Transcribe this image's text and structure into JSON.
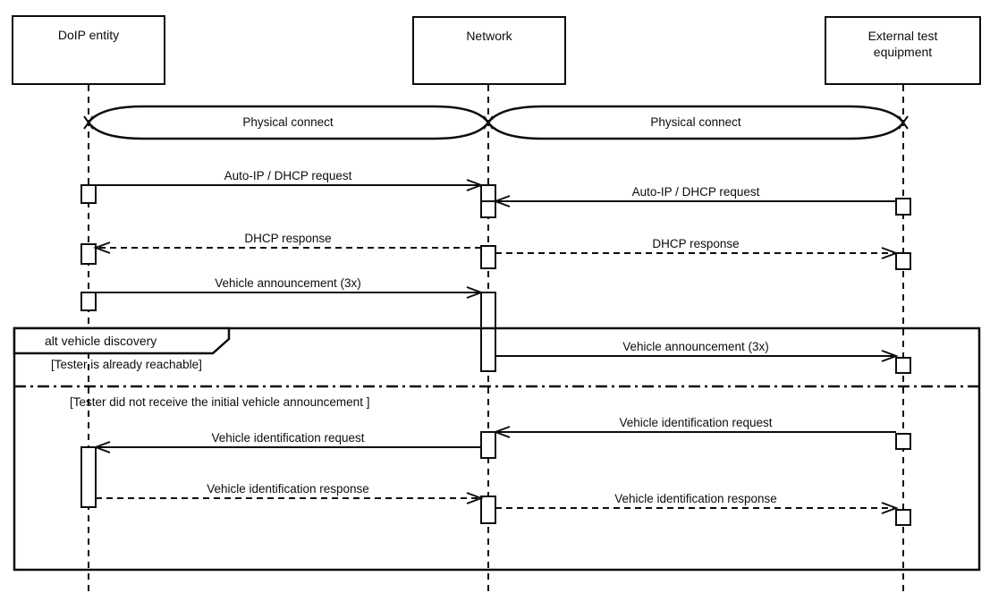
{
  "actors": [
    {
      "label": "DoIP entity"
    },
    {
      "label": "Network"
    },
    {
      "label": "External test equipment"
    }
  ],
  "connections": [
    {
      "label": "Physical connect",
      "between": "DoIP entity and Network"
    },
    {
      "label": "Physical connect",
      "between": "Network and External test equipment"
    }
  ],
  "messages": [
    {
      "label": "Auto-IP / DHCP request",
      "from": "DoIP entity",
      "to": "Network",
      "line": "solid"
    },
    {
      "label": "Auto-IP / DHCP request",
      "from": "External test equipment",
      "to": "Network",
      "line": "solid"
    },
    {
      "label": "DHCP response",
      "from": "Network",
      "to": "DoIP entity",
      "line": "dashed"
    },
    {
      "label": "DHCP response",
      "from": "Network",
      "to": "External test equipment",
      "line": "dashed"
    },
    {
      "label": "Vehicle announcement (3x)",
      "from": "DoIP entity",
      "to": "Network",
      "line": "solid"
    },
    {
      "label": "Vehicle announcement (3x)",
      "from": "Network",
      "to": "External test equipment",
      "line": "solid"
    },
    {
      "label": "Vehicle identification request",
      "from": "External test equipment",
      "to": "Network",
      "line": "solid"
    },
    {
      "label": "Vehicle identification request",
      "from": "Network",
      "to": "DoIP entity",
      "line": "solid"
    },
    {
      "label": "Vehicle identification response",
      "from": "DoIP entity",
      "to": "Network",
      "line": "dashed"
    },
    {
      "label": "Vehicle identification response",
      "from": "Network",
      "to": "External test equipment",
      "line": "dashed"
    }
  ],
  "fragment": {
    "label": "alt vehicle discovery",
    "operator": "alt",
    "name": "vehicle discovery",
    "guards": [
      "[Tester is already reachable]",
      "[Tester did not receive the initial vehicle announcement ]"
    ]
  },
  "colors": {
    "line": "#0d0d0d",
    "background": "#ffffff"
  }
}
